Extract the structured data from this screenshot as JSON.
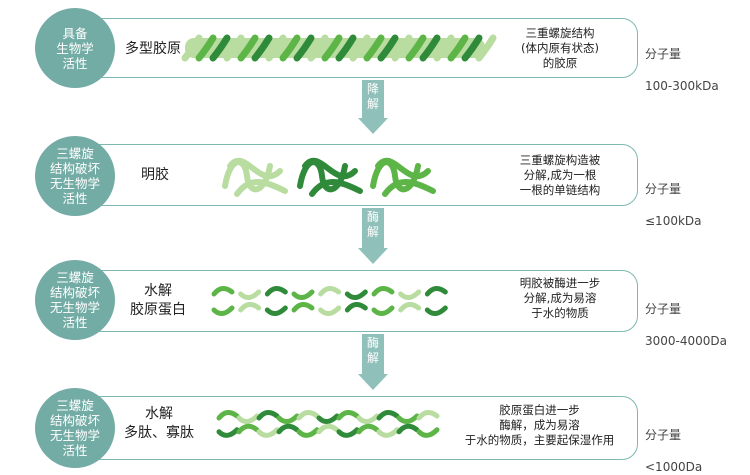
{
  "stages": [
    {
      "status": "具备\n生物学\n活性",
      "name": "多型胶原",
      "desc": "三重螺旋结构\n(体内原有状态)\n的胶原",
      "mw_label": "分子量",
      "mw_value": "100-300kDa"
    },
    {
      "status": "三螺旋\n结构破坏\n无生物学\n活性",
      "name": "明胶",
      "desc": "三重螺旋构造被\n分解,成为一根\n一根的单链结构",
      "mw_label": "分子量",
      "mw_value": "≤100kDa"
    },
    {
      "status": "三螺旋\n结构破坏\n无生物学\n活性",
      "name": "水解\n胶原蛋白",
      "desc": "明胶被酶进一步\n分解,成为易溶\n于水的物质",
      "mw_label": "分子量",
      "mw_value": "3000-4000Da"
    },
    {
      "status": "三螺旋\n结构破坏\n无生物学\n活性",
      "name": "水解\n多肽、寡肽",
      "desc": "胶原蛋白进一步\n酶解，成为易溶\n于水的物质，主要起保湿作用",
      "mw_label": "分子量",
      "mw_value": "<1000Da"
    }
  ],
  "arrows": [
    "降\n解",
    "酶\n解",
    "酶\n解"
  ],
  "colors": {
    "circle": "#73aca5",
    "border": "#7fb8b2",
    "arrow": "#8fc0ba",
    "green_dark": "#2f8a3a",
    "green_mid": "#5cb546",
    "green_light": "#b9dca0"
  },
  "icons": {
    "stage_0": "triple-helix-rope-icon",
    "stage_1": "coiled-strands-icon",
    "stage_2": "fragment-strands-icon",
    "stage_3": "small-fragment-strands-icon"
  }
}
